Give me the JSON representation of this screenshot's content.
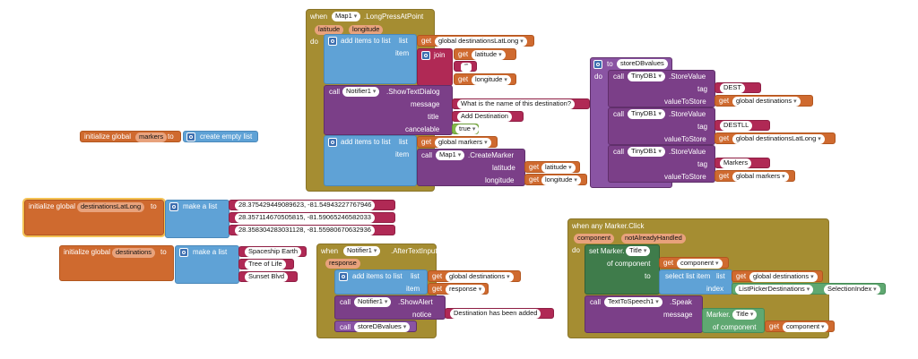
{
  "init_markers": {
    "label": "initialize global",
    "name": "markers",
    "to": "to",
    "value": "create empty list"
  },
  "init_dest_latlong": {
    "label": "initialize global",
    "name": "destinationsLatLong",
    "to": "to",
    "make": "make a list",
    "items": [
      "28.375429449089623, -81.54943227767946",
      "28.357114670505815, -81.59065246582033",
      "28.358304283031128, -81.55980670632936"
    ]
  },
  "init_destinations": {
    "label": "initialize global",
    "name": "destinations",
    "to": "to",
    "make": "make a list",
    "items": [
      "Spaceship Earth",
      "Tree of Life",
      "Sunset Blvd"
    ]
  },
  "longpress": {
    "when": "when",
    "component": "Map1",
    "event": ".LongPressAtPoint",
    "param1": "latitude",
    "param2": "longitude",
    "do": "do",
    "add_items": "add items to list",
    "list": "list",
    "item": "item",
    "get": "get",
    "dest_latlong": "global destinationsLatLong",
    "join": "join",
    "latitude": "latitude",
    "longitude": "longitude",
    "call": "call",
    "notifier": "Notifier1",
    "show_text": ".ShowTextDialog",
    "message": "message",
    "message_val": "What is the name of this destination?",
    "title": "title",
    "title_val": "Add Destination",
    "cancelable": "cancelable",
    "true": "true",
    "markers": "global markers",
    "map": "Map1",
    "create_marker": ".CreateMarker"
  },
  "after_text": {
    "when": "when",
    "component": "Notifier1",
    "event": ".AfterTextInput",
    "param": "response",
    "add_items": "add items to list",
    "list": "list",
    "item": "item",
    "get": "get",
    "destinations": "global destinations",
    "response": "response",
    "call": "call",
    "notifier": "Notifier1",
    "show_alert": ".ShowAlert",
    "notice": "notice",
    "notice_val": "Destination has been added",
    "store": "storeDBvalues"
  },
  "store_proc": {
    "to": "to",
    "name": "storeDBvalues",
    "do": "do",
    "call": "call",
    "db": "TinyDB1",
    "store_value": ".StoreValue",
    "tag": "tag",
    "value_to_store": "valueToStore",
    "get": "get",
    "tag1": "DEST",
    "val1": "global destinations",
    "tag2": "DESTLL",
    "val2": "global destinationsLatLong",
    "tag3": "Markers",
    "val3": "global markers"
  },
  "marker_click": {
    "when": "when any Marker.Click",
    "component": "component",
    "not_handled": "notAlreadyHandled",
    "do": "do",
    "set": "set Marker.",
    "title": "Title",
    "of_component": "of component",
    "to": "to",
    "get": "get",
    "component_val": "component",
    "select": "select list item",
    "list": "list",
    "destinations": "global destinations",
    "index": "index",
    "picker": "ListPickerDestinations",
    "selection_index": "SelectionIndex",
    "call": "call",
    "tts": "TextToSpeech1",
    "speak": ".Speak",
    "message": "message",
    "marker": "Marker.",
    "marker_title": "Title",
    "of_component2": "of component"
  }
}
